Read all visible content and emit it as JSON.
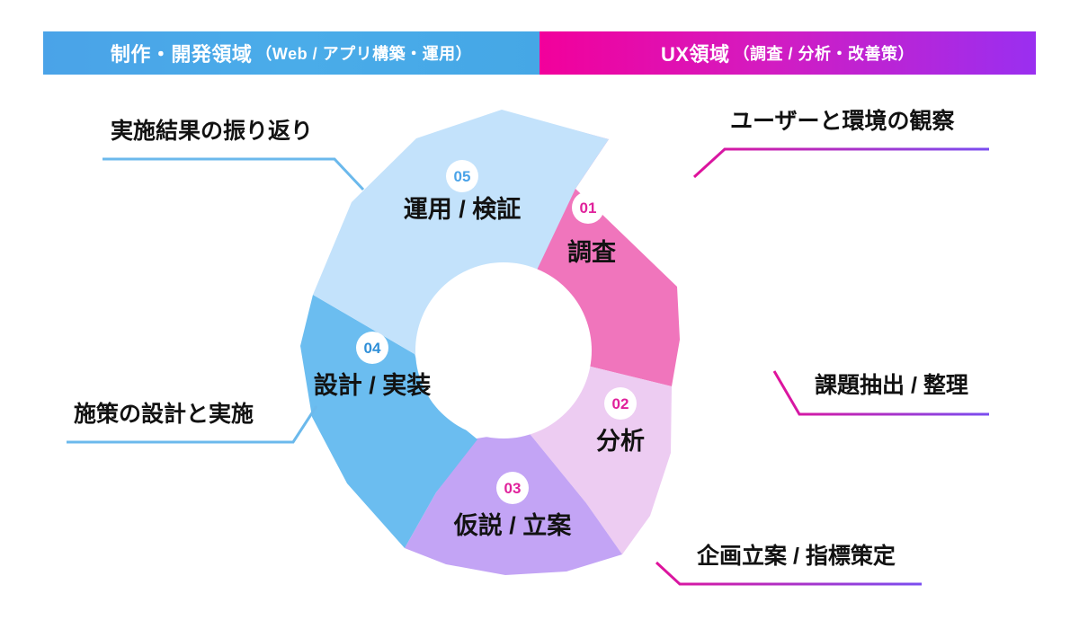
{
  "header": {
    "left": {
      "title": "制作・開発領域",
      "subtitle": "（Web / アプリ構築・運用）",
      "color_from": "#4aa3e8",
      "color_to": "#45a7e6"
    },
    "right": {
      "title": "UX領域",
      "subtitle": "（調査 / 分析・改善策）",
      "color_from": "#f2009b",
      "color_to": "#9a2ff0"
    }
  },
  "wheel": {
    "segments": [
      {
        "number": "01",
        "label": "調査",
        "fill": "#f075bc",
        "number_color": "#e0219b",
        "domain": "ux"
      },
      {
        "number": "02",
        "label": "分析",
        "fill": "#edccf2",
        "number_color": "#e0219b",
        "domain": "ux"
      },
      {
        "number": "03",
        "label": "仮説 / 立案",
        "fill": "#c3a4f5",
        "number_color": "#e0219b",
        "domain": "ux"
      },
      {
        "number": "04",
        "label": "設計 / 実装",
        "fill": "#6bbdf0",
        "number_color": "#2f8fd8",
        "domain": "dev"
      },
      {
        "number": "05",
        "label": "運用 / 検証",
        "fill": "#c3e2fb",
        "number_color": "#4aa3e8",
        "domain": "dev"
      }
    ]
  },
  "callouts": {
    "right": [
      {
        "text": "ユーザーと環境の観察",
        "line_from": "#e0129b",
        "line_to": "#7a4df0"
      },
      {
        "text": "課題抽出 / 整理",
        "line_from": "#e0129b",
        "line_to": "#7a4df0"
      },
      {
        "text": "企画立案 / 指標策定",
        "line_from": "#e0129b",
        "line_to": "#7a4df0"
      }
    ],
    "left": [
      {
        "text": "実施結果の振り返り",
        "line_from": "#6bb9ec",
        "line_to": "#6bb9ec"
      },
      {
        "text": "施策の設計と実施",
        "line_from": "#6bb9ec",
        "line_to": "#6bb9ec"
      }
    ]
  }
}
